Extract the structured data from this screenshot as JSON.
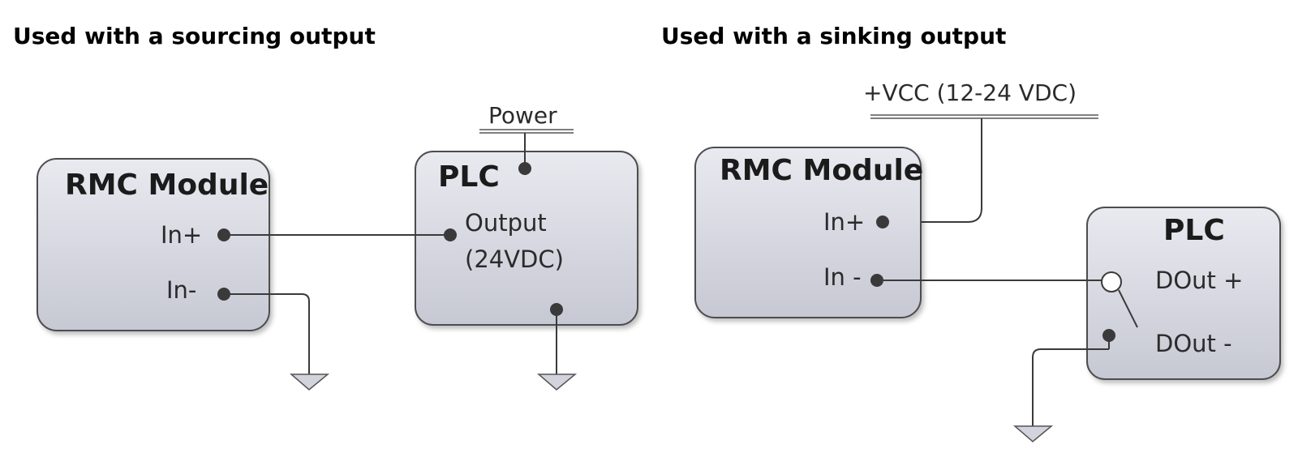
{
  "headings": {
    "sourcing": "Used with a sourcing output",
    "sinking": "Used with a sinking output"
  },
  "sourcing_diagram": {
    "rmc_title": "RMC Module",
    "rmc_in_plus": "In+",
    "rmc_in_minus": "In-",
    "plc_title": "PLC",
    "plc_output_line1": "Output",
    "plc_output_line2": "(24VDC)",
    "power_label": "Power"
  },
  "sinking_diagram": {
    "vcc_label": "+VCC (12-24 VDC)",
    "rmc_title": "RMC Module",
    "rmc_in_plus": "In+",
    "rmc_in_minus": "In -",
    "plc_title": "PLC",
    "plc_dout_plus": "DOut +",
    "plc_dout_minus": "DOut -"
  },
  "colors": {
    "box_fill_top": "#e9eaf0",
    "box_fill_bottom": "#c6c8d3",
    "wire": "#3a3a3a"
  }
}
